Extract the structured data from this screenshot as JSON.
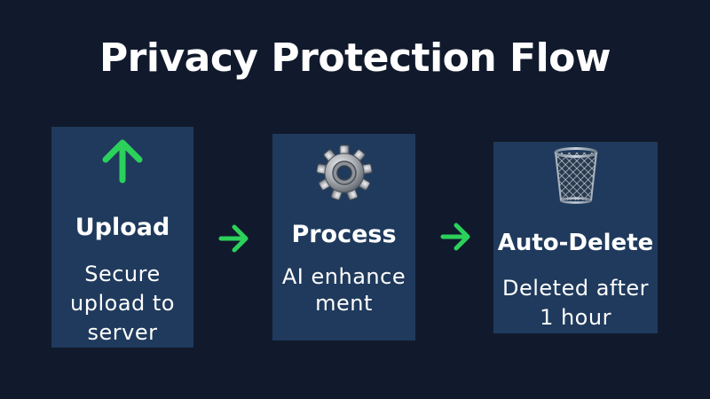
{
  "title": "Privacy Protection Flow",
  "colors": {
    "background": "#111a2c",
    "card": "#1f3a5c",
    "accent_green": "#2bd15b",
    "text": "#ffffff"
  },
  "steps": [
    {
      "icon": "up-arrow-icon",
      "label": "Upload",
      "description": "Secure upload to server"
    },
    {
      "icon": "gear-icon",
      "label": "Process",
      "description": "AI enhancement"
    },
    {
      "icon": "wastebasket-icon",
      "label": "Auto-Delete",
      "description": "Deleted after 1 hour"
    }
  ],
  "connectors": [
    "right-arrow-icon",
    "right-arrow-icon"
  ]
}
